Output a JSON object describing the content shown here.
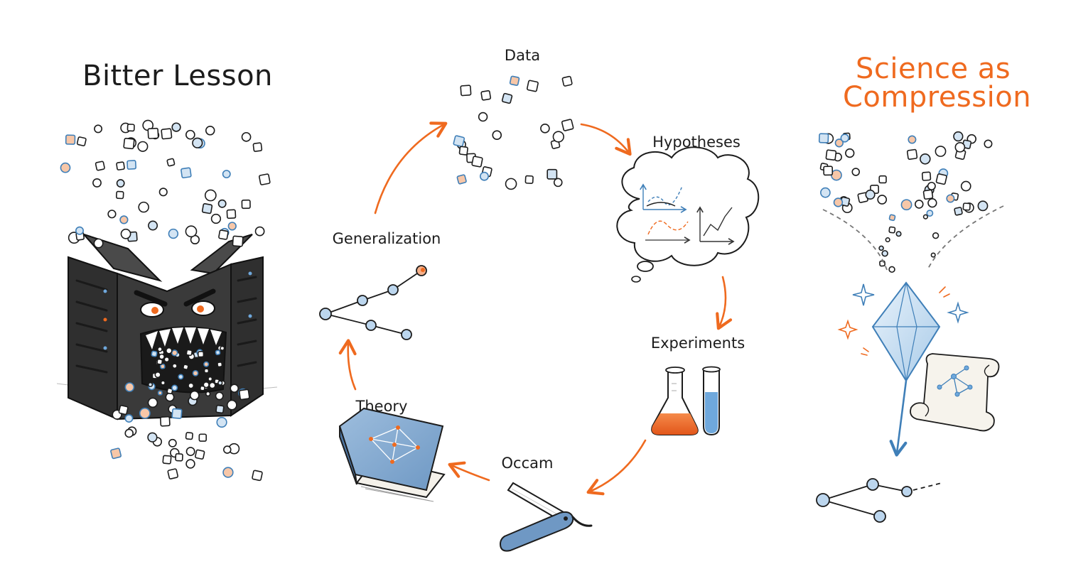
{
  "left": {
    "title": "Bitter Lesson"
  },
  "right": {
    "title_line1": "Science as",
    "title_line2": "Compression"
  },
  "cycle": {
    "stages": [
      {
        "id": "data",
        "label": "Data"
      },
      {
        "id": "hypotheses",
        "label": "Hypotheses"
      },
      {
        "id": "experiments",
        "label": "Experiments"
      },
      {
        "id": "occam",
        "label": "Occam"
      },
      {
        "id": "theory",
        "label": "Theory"
      },
      {
        "id": "generalization",
        "label": "Generalization"
      }
    ]
  },
  "colors": {
    "accent": "#ef6a1f",
    "blue": "#3f7fb8",
    "ink": "#1c1c1c",
    "machine": "#3a3a3a"
  }
}
